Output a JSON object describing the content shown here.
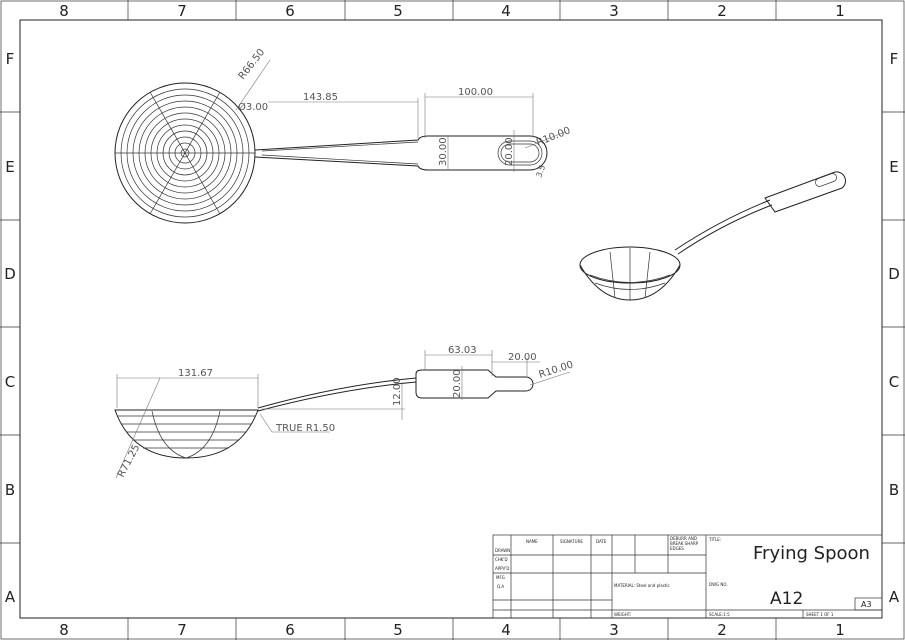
{
  "zones": {
    "columns": [
      "8",
      "7",
      "6",
      "5",
      "4",
      "3",
      "2",
      "1"
    ],
    "rows": [
      "F",
      "E",
      "D",
      "C",
      "B",
      "A"
    ]
  },
  "top_view": {
    "dims": {
      "r_bowl": "R66.50",
      "wire_dia": "Ø3.00",
      "shaft_len": "143.85",
      "grip_len": "100.00",
      "grip_width": "30.00",
      "slot_width": "20.00",
      "slot_r": "R10.00",
      "small": "3.5"
    }
  },
  "side_view": {
    "dims": {
      "bowl_dia": "131.67",
      "bowl_r": "R71.25",
      "fillet": "TRUE R1.50",
      "grip_len": "63.03",
      "neck_len": "20.00",
      "end_r": "R10.00",
      "rise": "12.00",
      "grip_h": "20.00"
    }
  },
  "title_block": {
    "headers": {
      "name": "NAME",
      "signature": "SIGNATURE",
      "date": "DATE",
      "deburr": "DEBURR AND BREAK SHARP EDGES"
    },
    "deburr_lines": [
      "DEBURR AND",
      "BREAK SHARP",
      "EDGES"
    ],
    "roles": [
      "DRAWN",
      "CHK'D",
      "APPV'D",
      "MFG",
      "Q.A"
    ],
    "material_label": "MATERIAL: Steel and plastic",
    "weight_label": "WEIGHT:",
    "title_label": "TITLE:",
    "title": "Frying Spoon",
    "dwg_no_label": "DWG NO.",
    "dwg_no": "A12",
    "sheet_size": "A3",
    "scale": "SCALE:1:5",
    "sheet": "SHEET 1 OF 1"
  }
}
